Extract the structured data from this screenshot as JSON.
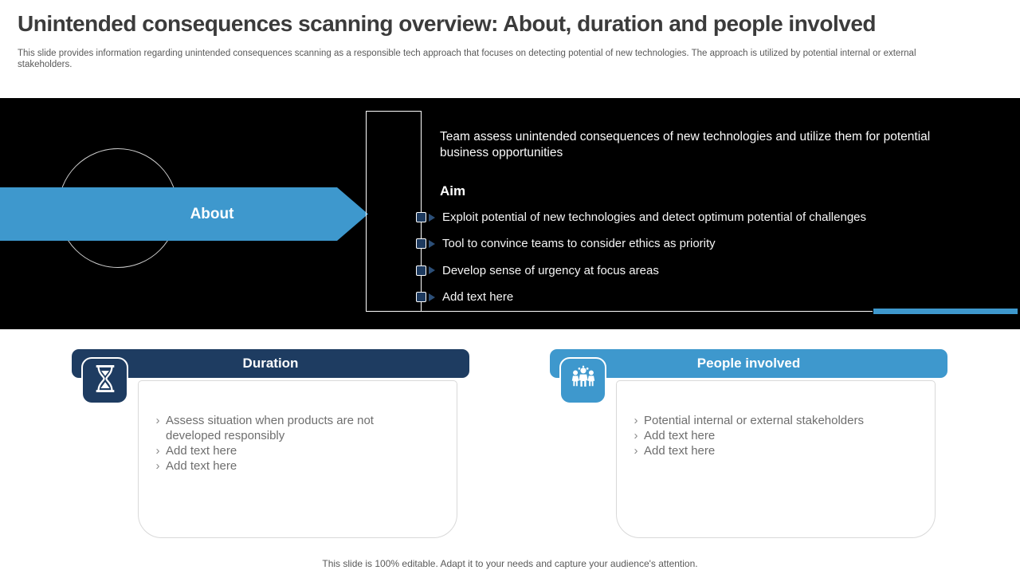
{
  "slide": {
    "title": "Unintended consequences scanning overview: About, duration and people involved",
    "subtitle": "This slide provides information regarding unintended consequences scanning as a responsible tech approach that focuses on detecting potential of new technologies. The approach is utilized by potential internal or external stakeholders.",
    "footer": "This slide is 100% editable. Adapt it to your needs and capture your audience's attention."
  },
  "about_section": {
    "label": "About",
    "description": "Team assess unintended consequences of new technologies and utilize them for potential business opportunities",
    "aim_heading": "Aim",
    "aim_points": [
      "Exploit potential of new technologies and detect optimum potential of challenges",
      "Tool to convince teams to consider ethics as priority",
      "Develop sense of urgency at focus areas",
      "Add text here"
    ]
  },
  "cards": [
    {
      "title": "Duration",
      "icon": "hourglass-icon",
      "accent": "#1e3c61",
      "items": [
        "Assess situation when products are not developed responsibly",
        "Add text here",
        "Add text here"
      ]
    },
    {
      "title": "People involved",
      "icon": "people-icon",
      "accent": "#3e98cd",
      "items": [
        "Potential internal or external stakeholders",
        "Add text here",
        "Add text here"
      ]
    }
  ],
  "colors": {
    "blue": "#3e98cd",
    "navy": "#1e3c61",
    "banner_background": "#000000",
    "title_text": "#3b3b3b",
    "body_text": "#595959",
    "card_text": "#6e6e6e"
  },
  "bullet_glyph": "›"
}
